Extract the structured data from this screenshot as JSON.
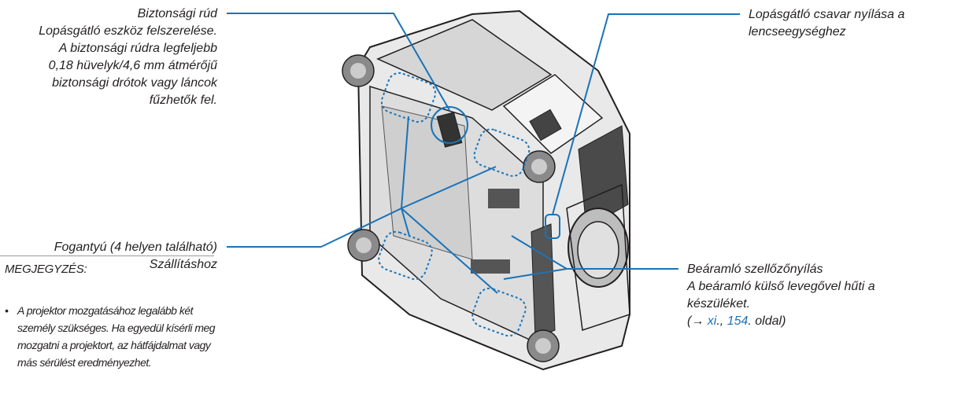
{
  "callouts": {
    "security_bar": {
      "title": "Biztonsági rúd",
      "lines": [
        "Lopásgátló eszköz felszerelése.",
        "A biztonsági rúdra legfeljebb",
        "0,18 hüvelyk/4,6 mm átmérőjű",
        "biztonsági drótok vagy láncok",
        "fűzhetők fel."
      ]
    },
    "handle": {
      "title": "Fogantyú (4 helyen található)",
      "subtitle": "Szállításhoz"
    },
    "lens_screw": {
      "line1": "Lopásgátló csavar nyílása a",
      "line2": "lencseegységhez"
    },
    "intake_vent": {
      "title": "Beáramló szellőzőnyílás",
      "line1": "A beáramló külső levegővel hűti a",
      "line2": "készüléket.",
      "ref_prefix": "(→ ",
      "ref_link1": "xi",
      "ref_sep": "., ",
      "ref_link2": "154",
      "ref_suffix": ". oldal)"
    }
  },
  "note": {
    "title": "MEGJEGYZÉS:",
    "bullet": "•",
    "text": "A projektor mozgatásához legalább két személy szükséges. Ha egyedül kísérli meg mozgatni a projektort, az hátfájdalmat vagy más sérülést eredményezhet."
  },
  "colors": {
    "callout_line": "#1a73b8",
    "link": "#1a73b8",
    "text": "#231f20"
  }
}
